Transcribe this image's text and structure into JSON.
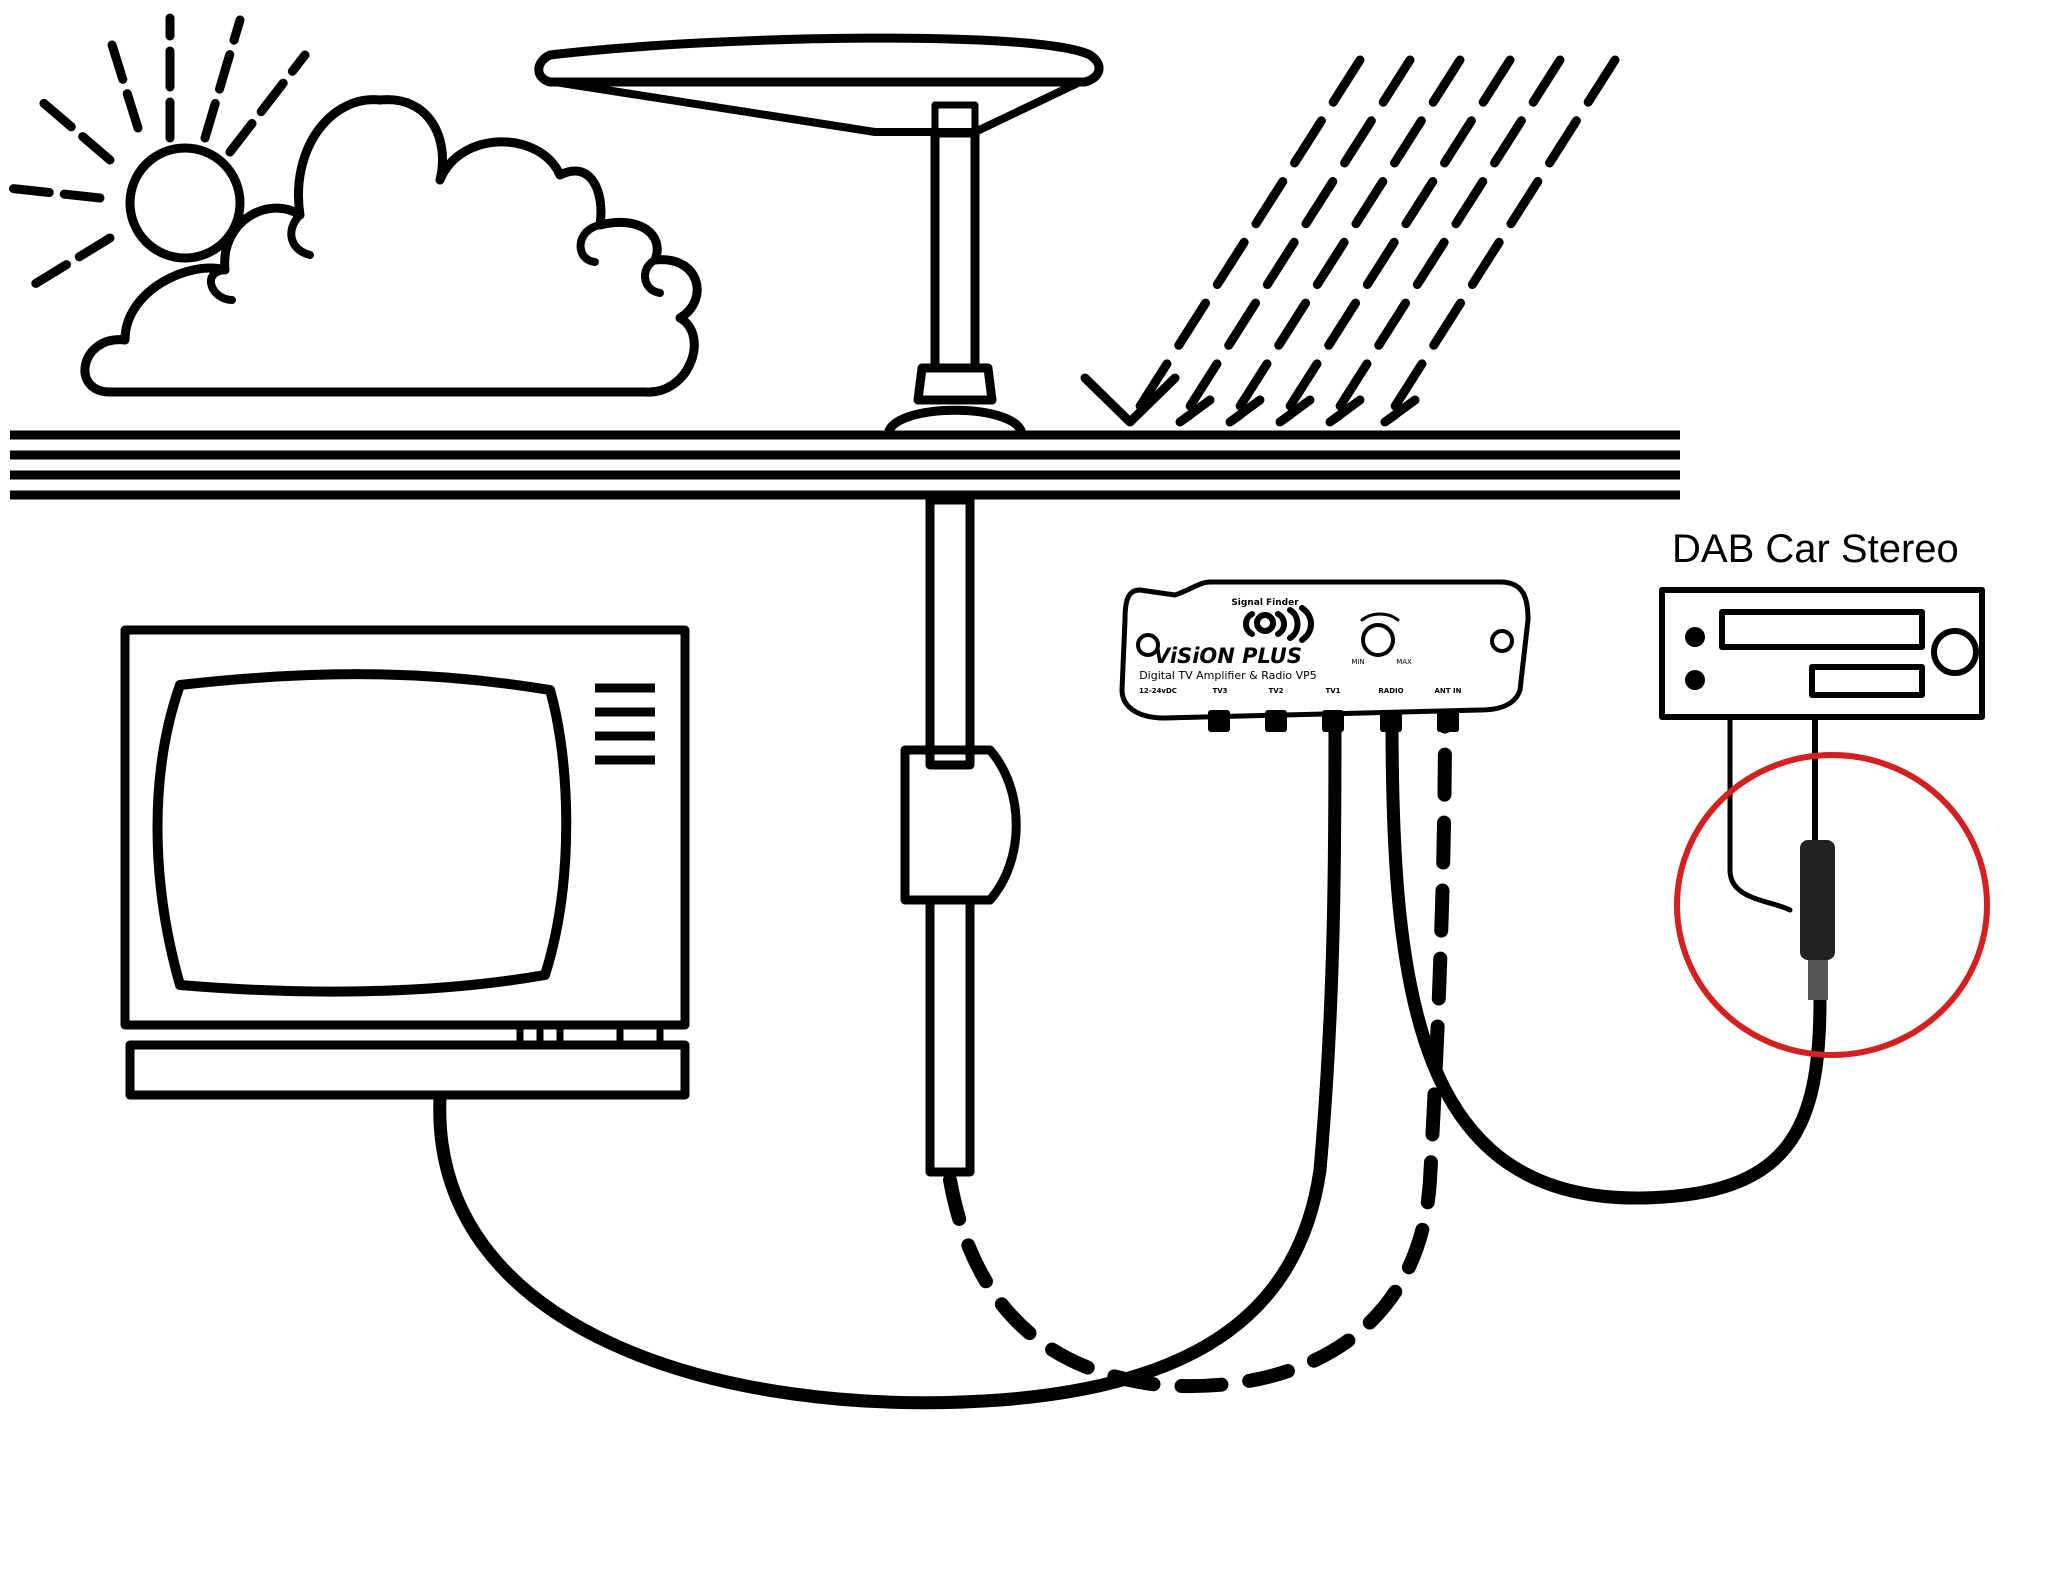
{
  "stereo_label": "DAB Car Stereo",
  "amplifier": {
    "signal_finder": "Signal Finder",
    "brand": "ViSiON PLUS",
    "model": "Digital TV Amplifier & Radio VP5",
    "min": "MIN",
    "max": "MAX",
    "ports": [
      "12-24vDC",
      "TV3",
      "TV2",
      "TV1",
      "RADIO",
      "ANT IN"
    ]
  },
  "colors": {
    "ink": "#000000",
    "highlight": "#d42020"
  }
}
